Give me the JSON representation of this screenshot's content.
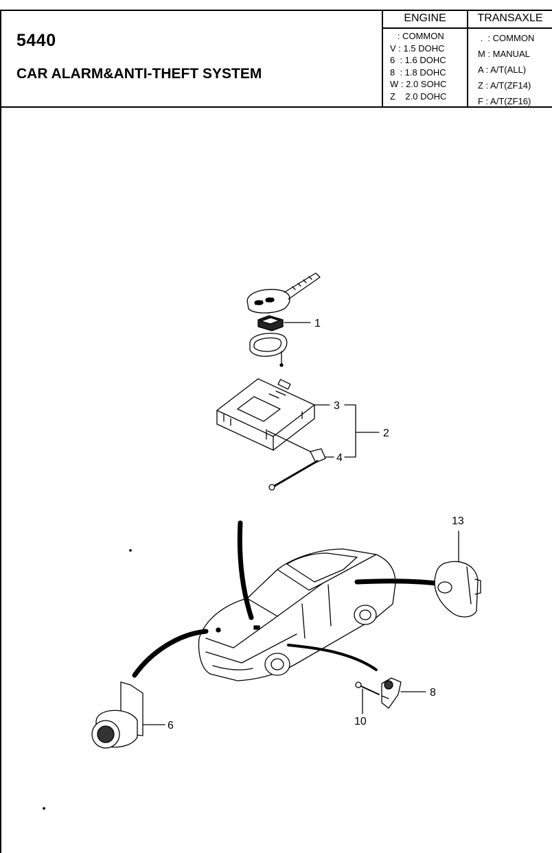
{
  "header": {
    "part_number": "5440",
    "title": "CAR ALARM&ANTI-THEFT SYSTEM"
  },
  "engine": {
    "heading": "ENGINE",
    "rows": [
      "   : COMMON",
      "V : 1.5 DOHC",
      "6  : 1.6 DOHC",
      "8  : 1.8 DOHC",
      "W : 2.0 SOHC",
      "Z    2.0 DOHC"
    ]
  },
  "transaxle": {
    "heading": "TRANSAXLE",
    "rows": [
      " .  : COMMON",
      "M : MANUAL",
      "A : A/T(ALL)",
      "Z : A/T(ZF14)",
      "F : A/T(ZF16)"
    ]
  },
  "callouts": {
    "c1": "1",
    "c2": "2",
    "c3": "3",
    "c4": "4",
    "c6": "6",
    "c8": "8",
    "c10": "10",
    "c13": "13"
  }
}
